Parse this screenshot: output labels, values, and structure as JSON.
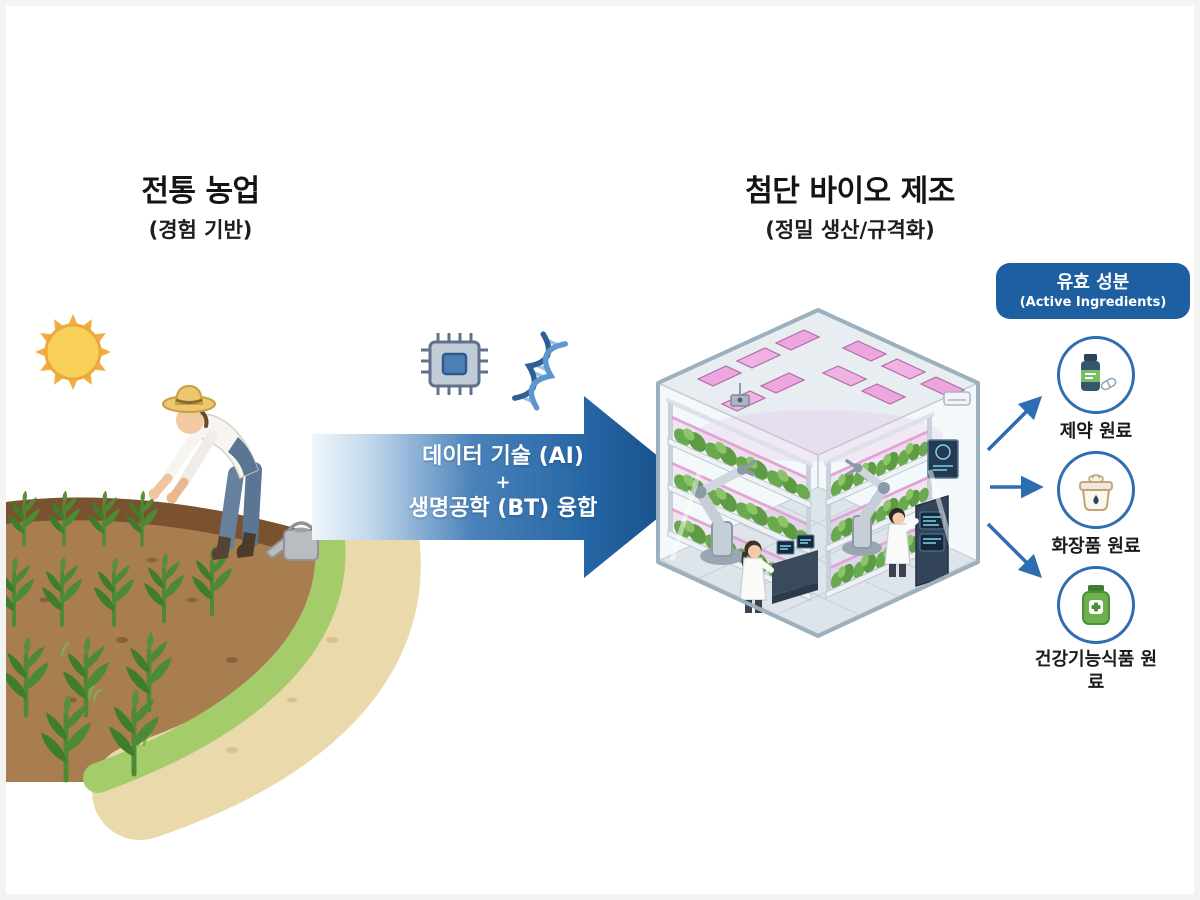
{
  "left_section": {
    "title": "전통 농업",
    "subtitle": "(경험 기반)"
  },
  "right_section": {
    "title": "첨단 바이오 제조",
    "subtitle": "(정밀 생산/규격화)"
  },
  "transform_arrow": {
    "line1": "데이터 기술 (AI)",
    "line2": "+",
    "line3": "생명공학 (BT) 융합"
  },
  "badge": {
    "title": "유효 성분",
    "subtitle": "(Active Ingredients)"
  },
  "outputs": [
    {
      "label": "제약 원료",
      "icon": "pill-bottle-icon"
    },
    {
      "label": "화장품 원료",
      "icon": "cream-jar-icon"
    },
    {
      "label": "건강기능식품 원료",
      "icon": "supplement-bottle-icon"
    }
  ],
  "icons": {
    "sun": "sun-icon",
    "chip": "ai-chip-icon",
    "dna": "dna-helix-icon",
    "watering_can": "watering-can-icon",
    "farmer": "farmer-illustration",
    "facility": "bio-facility-illustration"
  },
  "colors": {
    "arrow_gradient_start": "#f0f6fb",
    "arrow_gradient_end": "#14497f",
    "badge_bg": "#1d5fa0",
    "outline_blue": "#2f6db3",
    "led_pink": "#eda7de",
    "plant_green": "#69aa4e",
    "soil_brown": "#a87d50",
    "path_tan": "#ead9ab"
  }
}
